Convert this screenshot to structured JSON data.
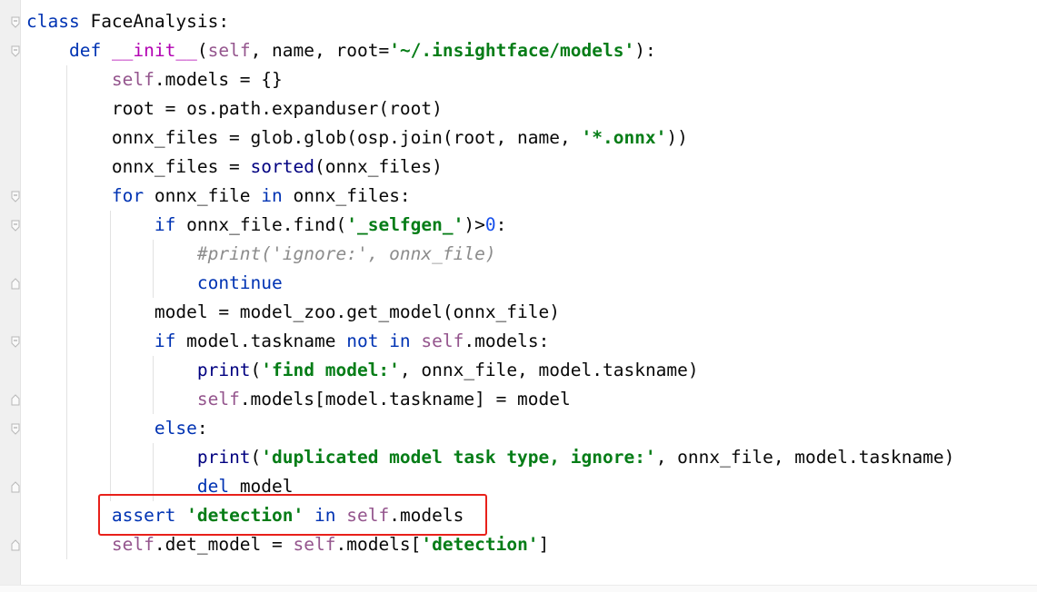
{
  "editor": {
    "lines": [
      [
        {
          "t": "class ",
          "c": "kw"
        },
        {
          "t": "FaceAnalysis:",
          "c": "pl"
        }
      ],
      [
        {
          "t": "    ",
          "c": "pl"
        },
        {
          "t": "def ",
          "c": "kw"
        },
        {
          "t": "__init__",
          "c": "dm"
        },
        {
          "t": "(",
          "c": "pl"
        },
        {
          "t": "self",
          "c": "self"
        },
        {
          "t": ", name, root=",
          "c": "pl"
        },
        {
          "t": "'~/.insightface/models'",
          "c": "str"
        },
        {
          "t": "):",
          "c": "pl"
        }
      ],
      [
        {
          "t": "        ",
          "c": "pl"
        },
        {
          "t": "self",
          "c": "self"
        },
        {
          "t": ".models = {}",
          "c": "pl"
        }
      ],
      [
        {
          "t": "        root = os.path.expanduser(root)",
          "c": "pl"
        }
      ],
      [
        {
          "t": "        onnx_files = glob.glob(osp.join(root, name, ",
          "c": "pl"
        },
        {
          "t": "'*.onnx'",
          "c": "str"
        },
        {
          "t": "))",
          "c": "pl"
        }
      ],
      [
        {
          "t": "        onnx_files = ",
          "c": "pl"
        },
        {
          "t": "sorted",
          "c": "bi"
        },
        {
          "t": "(onnx_files)",
          "c": "pl"
        }
      ],
      [
        {
          "t": "        ",
          "c": "pl"
        },
        {
          "t": "for ",
          "c": "kw"
        },
        {
          "t": "onnx_file ",
          "c": "pl"
        },
        {
          "t": "in ",
          "c": "kw"
        },
        {
          "t": "onnx_files:",
          "c": "pl"
        }
      ],
      [
        {
          "t": "            ",
          "c": "pl"
        },
        {
          "t": "if ",
          "c": "kw"
        },
        {
          "t": "onnx_file.find(",
          "c": "pl"
        },
        {
          "t": "'_selfgen_'",
          "c": "str"
        },
        {
          "t": ")>",
          "c": "pl"
        },
        {
          "t": "0",
          "c": "num"
        },
        {
          "t": ":",
          "c": "pl"
        }
      ],
      [
        {
          "t": "                ",
          "c": "pl"
        },
        {
          "t": "#print('ignore:', onnx_file)",
          "c": "cm"
        }
      ],
      [
        {
          "t": "                ",
          "c": "pl"
        },
        {
          "t": "continue",
          "c": "kw"
        }
      ],
      [
        {
          "t": "            model = model_zoo.get_model(onnx_file)",
          "c": "pl"
        }
      ],
      [
        {
          "t": "            ",
          "c": "pl"
        },
        {
          "t": "if ",
          "c": "kw"
        },
        {
          "t": "model.taskname ",
          "c": "pl"
        },
        {
          "t": "not in ",
          "c": "kw"
        },
        {
          "t": "self",
          "c": "self"
        },
        {
          "t": ".models:",
          "c": "pl"
        }
      ],
      [
        {
          "t": "                ",
          "c": "pl"
        },
        {
          "t": "print",
          "c": "bi"
        },
        {
          "t": "(",
          "c": "pl"
        },
        {
          "t": "'find model:'",
          "c": "str"
        },
        {
          "t": ", onnx_file, model.taskname)",
          "c": "pl"
        }
      ],
      [
        {
          "t": "                ",
          "c": "pl"
        },
        {
          "t": "self",
          "c": "self"
        },
        {
          "t": ".models[model.taskname] = model",
          "c": "pl"
        }
      ],
      [
        {
          "t": "            ",
          "c": "pl"
        },
        {
          "t": "else",
          "c": "kw"
        },
        {
          "t": ":",
          "c": "pl"
        }
      ],
      [
        {
          "t": "                ",
          "c": "pl"
        },
        {
          "t": "print",
          "c": "bi"
        },
        {
          "t": "(",
          "c": "pl"
        },
        {
          "t": "'duplicated model task type, ignore:'",
          "c": "str"
        },
        {
          "t": ", onnx_file, model.taskname)",
          "c": "pl"
        }
      ],
      [
        {
          "t": "                ",
          "c": "pl"
        },
        {
          "t": "del ",
          "c": "kw"
        },
        {
          "t": "model",
          "c": "pl"
        }
      ],
      [
        {
          "t": "        ",
          "c": "pl"
        },
        {
          "t": "assert ",
          "c": "kw"
        },
        {
          "t": "'detection'",
          "c": "str"
        },
        {
          "t": " ",
          "c": "pl"
        },
        {
          "t": "in ",
          "c": "kw"
        },
        {
          "t": "self",
          "c": "self"
        },
        {
          "t": ".models",
          "c": "pl"
        }
      ],
      [
        {
          "t": "        ",
          "c": "pl"
        },
        {
          "t": "self",
          "c": "self"
        },
        {
          "t": ".det_model = ",
          "c": "pl"
        },
        {
          "t": "self",
          "c": "self"
        },
        {
          "t": ".models[",
          "c": "pl"
        },
        {
          "t": "'detection'",
          "c": "str"
        },
        {
          "t": "]",
          "c": "pl"
        }
      ]
    ],
    "fold_markers": [
      {
        "line": 0,
        "kind": "open"
      },
      {
        "line": 1,
        "kind": "open"
      },
      {
        "line": 6,
        "kind": "open"
      },
      {
        "line": 7,
        "kind": "open"
      },
      {
        "line": 9,
        "kind": "close"
      },
      {
        "line": 11,
        "kind": "open"
      },
      {
        "line": 13,
        "kind": "close"
      },
      {
        "line": 14,
        "kind": "open"
      },
      {
        "line": 16,
        "kind": "close"
      },
      {
        "line": 18,
        "kind": "close"
      }
    ],
    "highlight_color": "#e8201a"
  }
}
